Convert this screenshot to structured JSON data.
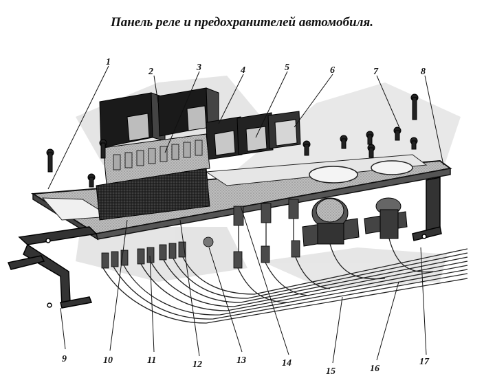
{
  "title": "Панель реле и предохранителей автомобиля.",
  "callouts": [
    "1",
    "2",
    "3",
    "4",
    "5",
    "6",
    "7",
    "8",
    "9",
    "10",
    "11",
    "12",
    "13",
    "14",
    "15",
    "16",
    "17"
  ]
}
